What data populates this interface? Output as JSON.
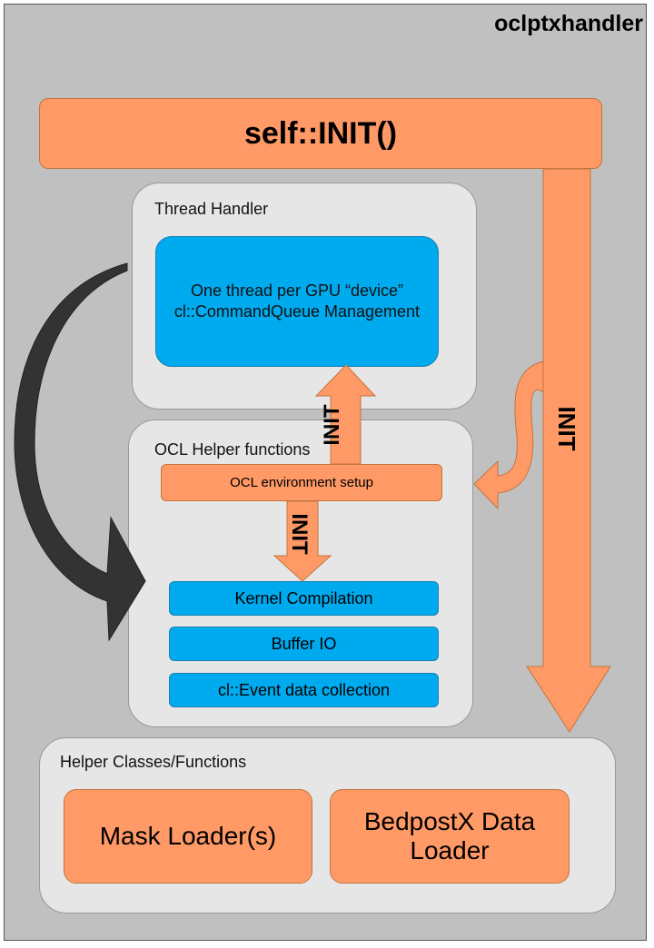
{
  "diagram_title": "oclptxhandler",
  "init_bar": {
    "label": "self::INIT()"
  },
  "thread_handler": {
    "title": "Thread Handler",
    "content_line1": "One thread per GPU “device”",
    "content_line2": "cl::CommandQueue Management"
  },
  "ocl_helper": {
    "title": "OCL Helper functions",
    "env_setup": "OCL environment setup",
    "items": [
      "Kernel Compilation",
      "Buffer IO",
      "cl::Event data collection"
    ]
  },
  "helper_classes": {
    "title": "Helper Classes/Functions",
    "mask_loader": "Mask Loader(s)",
    "bedpost_line1": "BedpostX Data",
    "bedpost_line2": "Loader"
  },
  "arrows": {
    "up_init": "INIT",
    "down_init": "INIT",
    "main_init": "INIT"
  },
  "colors": {
    "background": "#c0c0c0",
    "panel": "#e6e6e6",
    "accent_orange": "#ff9966",
    "accent_blue": "#00aaee",
    "curved_arrow": "#333333"
  }
}
